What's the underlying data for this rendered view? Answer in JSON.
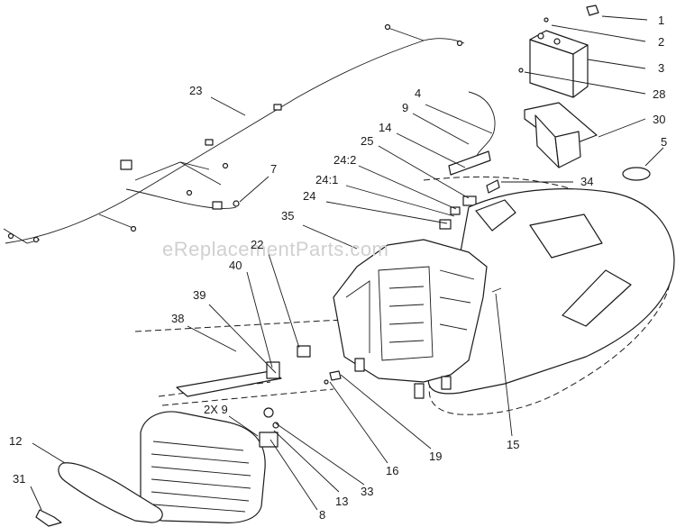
{
  "watermark": "eReplacementParts.com",
  "callouts": {
    "c1": "1",
    "c2": "2",
    "c3": "3",
    "c28": "28",
    "c30": "30",
    "c5": "5",
    "c4": "4",
    "c9": "9",
    "c14": "14",
    "c25": "25",
    "c24_2": "24:2",
    "c24_1": "24:1",
    "c24": "24",
    "c34": "34",
    "c23": "23",
    "c7": "7",
    "c35": "35",
    "c22": "22",
    "c40": "40",
    "c39": "39",
    "c38": "38",
    "c2x9": "2X 9",
    "c12": "12",
    "c31": "31",
    "c8": "8",
    "c13": "13",
    "c33": "33",
    "c16": "16",
    "c19": "19",
    "c15": "15"
  }
}
